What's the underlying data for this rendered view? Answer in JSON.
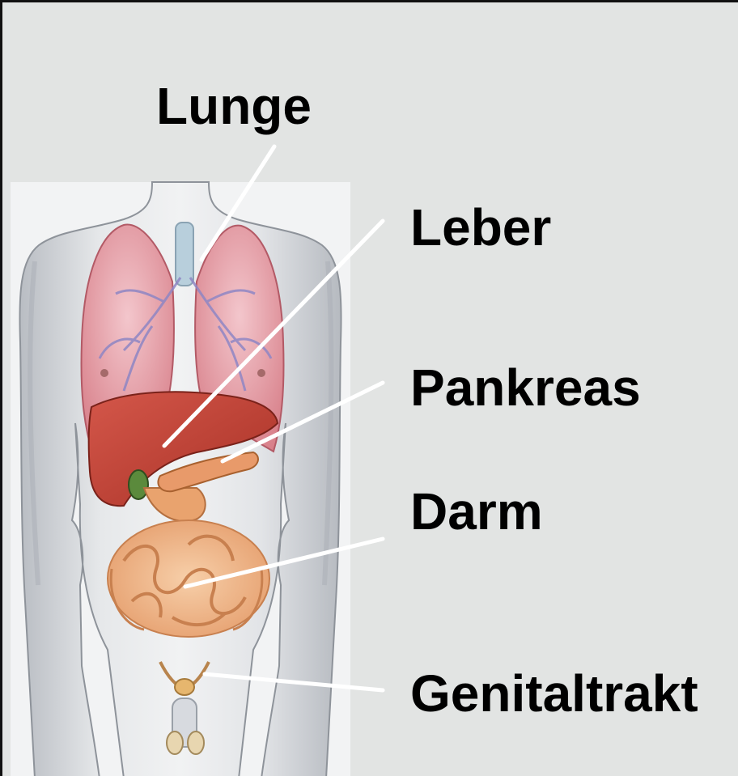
{
  "labels": {
    "lunge": "Lunge",
    "leber": "Leber",
    "pankreas": "Pankreas",
    "darm": "Darm",
    "genitaltrakt": "Genitaltrakt"
  },
  "colors": {
    "background": "#e2e4e3",
    "body_skin": "#d9dcdf",
    "lung": "#d98a92",
    "liver": "#c94a3c",
    "pancreas": "#e89a6a",
    "intestine": "#f0b489",
    "leader_line": "#ffffff"
  }
}
